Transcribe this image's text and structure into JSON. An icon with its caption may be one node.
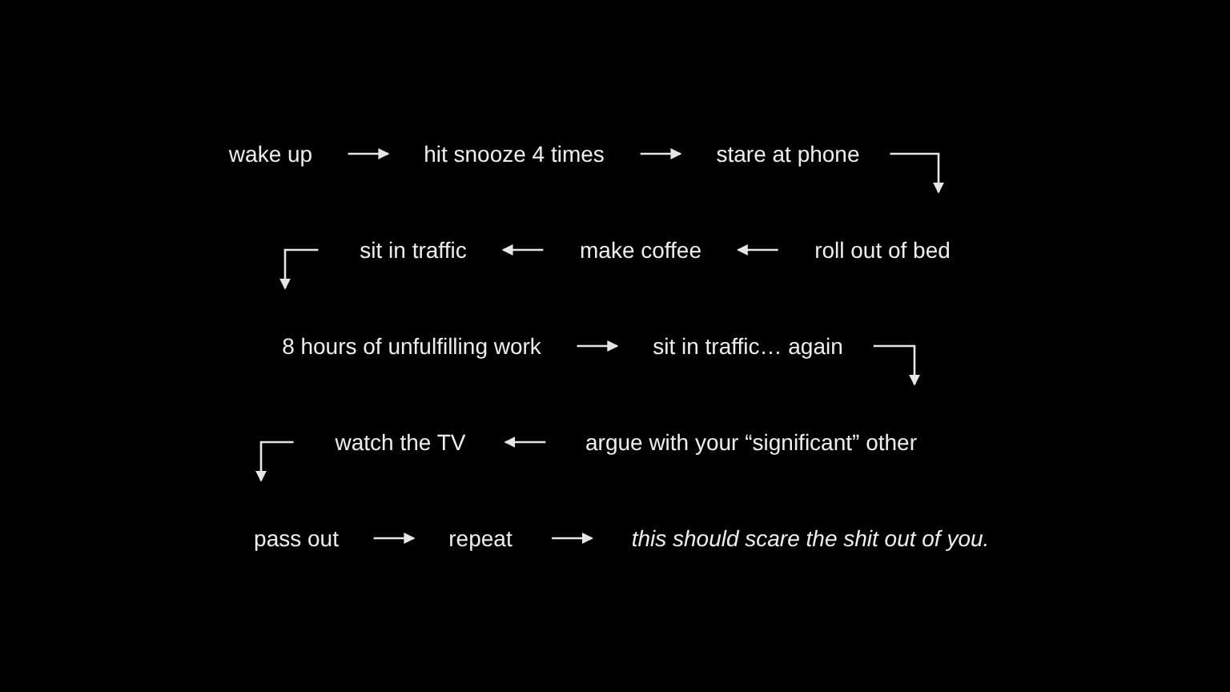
{
  "diagram": {
    "nodes": [
      {
        "text": [
          "wake up"
        ]
      },
      {
        "text": [
          "hit snooze 4 times"
        ]
      },
      {
        "text": [
          "stare at phone"
        ]
      },
      {
        "text": [
          "roll out of bed"
        ]
      },
      {
        "text": [
          "make coffee"
        ]
      },
      {
        "text": [
          "sit in traffic"
        ]
      },
      {
        "text": [
          "8 hours of unfulfilling work"
        ]
      },
      {
        "text": [
          "sit in traffic… again"
        ]
      },
      {
        "text": [
          "argue with your “significant” other"
        ]
      },
      {
        "text": [
          "watch the TV"
        ]
      },
      {
        "text": [
          "pass out"
        ]
      },
      {
        "text": [
          "repeat"
        ]
      },
      {
        "text": [
          "this should scare the shit out of you."
        ]
      }
    ],
    "edges": [
      {
        "from": 0,
        "to": 1,
        "arrow": "to"
      },
      {
        "from": 1,
        "to": 2,
        "arrow": "to"
      },
      {
        "from": 2,
        "to": 3,
        "arrow": "to"
      },
      {
        "from": 3,
        "to": 4,
        "arrow": "to"
      },
      {
        "from": 4,
        "to": 5,
        "arrow": "to"
      },
      {
        "from": 5,
        "to": 6,
        "arrow": "to"
      },
      {
        "from": 6,
        "to": 7,
        "arrow": "to"
      },
      {
        "from": 7,
        "to": 8,
        "arrow": "to"
      },
      {
        "from": 8,
        "to": 9,
        "arrow": "to"
      },
      {
        "from": 9,
        "to": 10,
        "arrow": "to"
      },
      {
        "from": 10,
        "to": 11,
        "arrow": "to"
      },
      {
        "from": 11,
        "to": 12,
        "arrow": "to"
      }
    ]
  }
}
